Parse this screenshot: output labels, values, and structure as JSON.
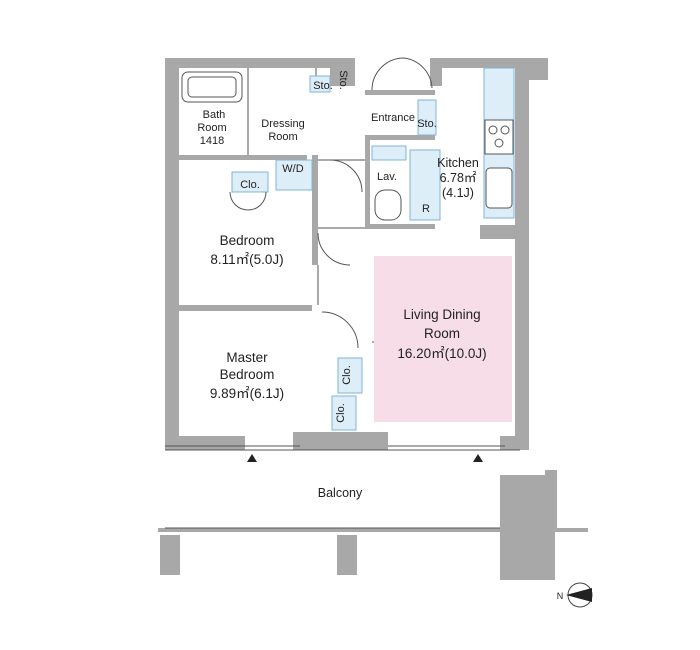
{
  "rooms": {
    "bath": {
      "name_line1": "Bath",
      "name_line2": "Room",
      "size": "1418"
    },
    "dressing": {
      "name_line1": "Dressing",
      "name_line2": "Room"
    },
    "entrance": {
      "name": "Entrance"
    },
    "kitchen": {
      "name": "Kitchen",
      "area": "6.78㎡",
      "tatami": "(4.1J)"
    },
    "lavatory": {
      "name": "Lav."
    },
    "bedroom": {
      "name": "Bedroom",
      "area": "8.11㎡(5.0J)"
    },
    "living": {
      "name_line1": "Living Dining",
      "name_line2": "Room",
      "area": "16.20㎡(10.0J)"
    },
    "master": {
      "name_line1": "Master",
      "name_line2": "Bedroom",
      "area": "9.89㎡(6.1J)"
    },
    "balcony": {
      "name": "Balcony"
    }
  },
  "storage": {
    "sto_dressing": "Sto.",
    "sto_top": "Sto.",
    "sto_entrance": "Sto.",
    "washer": "W/D",
    "closet_bedroom": "Clo.",
    "closet_master_a": "Clo.",
    "closet_master_b": "Clo.",
    "fridge": "R"
  },
  "compass": {
    "north_label": "N"
  },
  "colors": {
    "wall": "#a8a8a8",
    "living_fill": "#f7dde8",
    "fixture_fill": "#ddeef8",
    "fixture_line": "#7fb4d4",
    "line": "#555555"
  }
}
